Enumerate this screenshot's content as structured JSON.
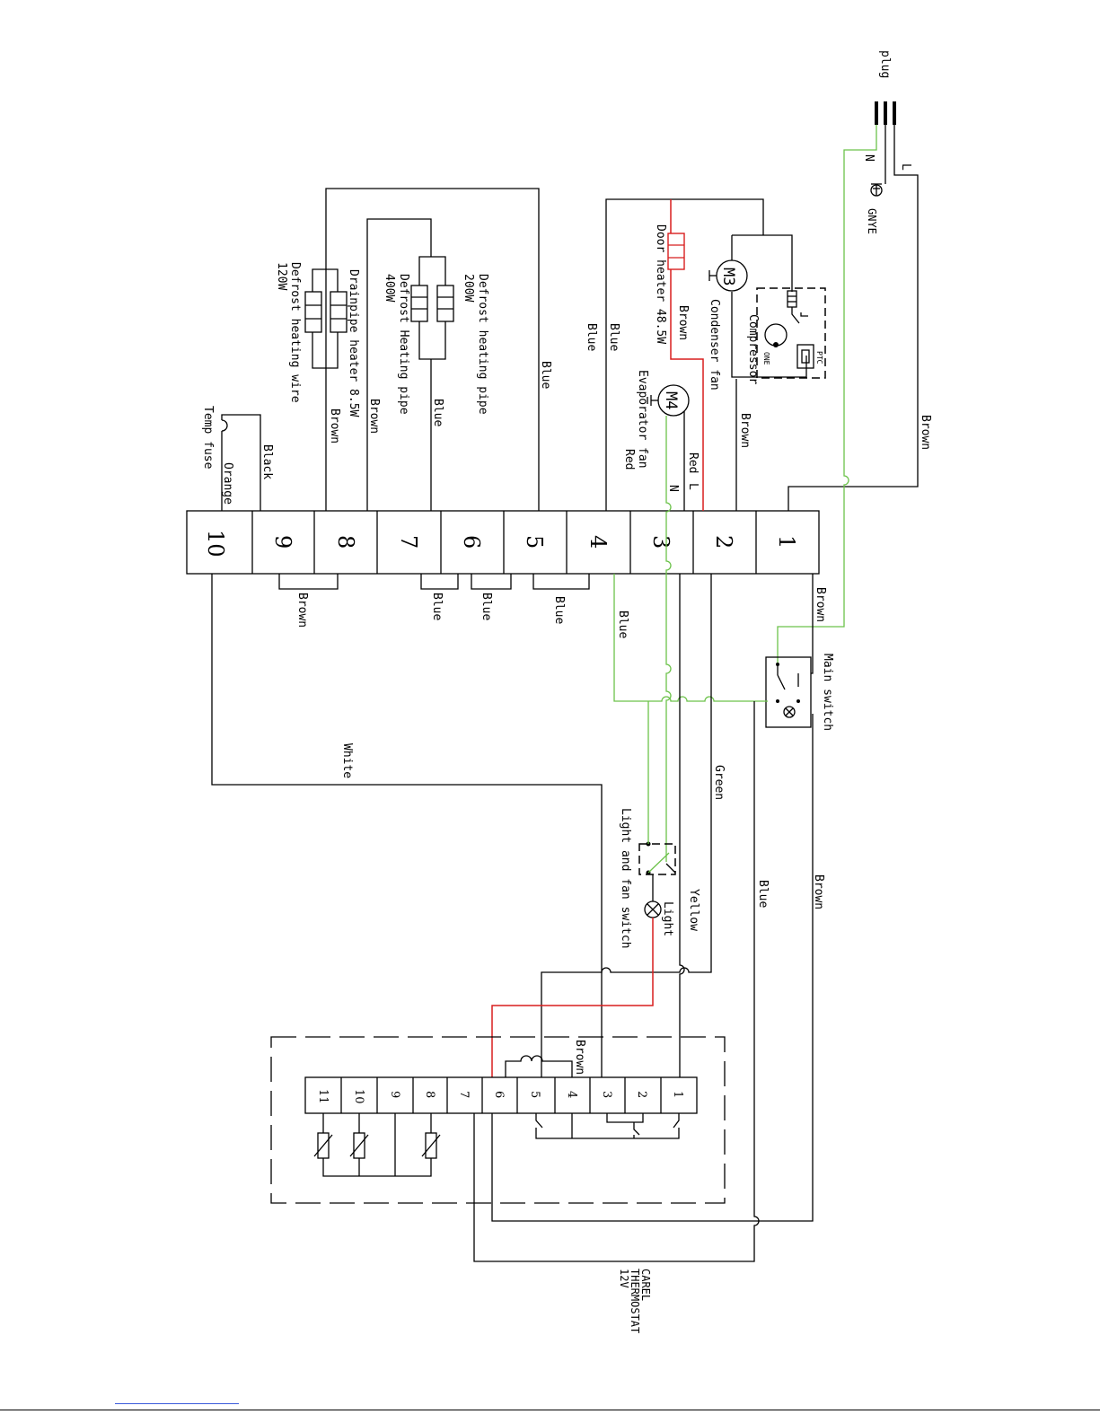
{
  "plug": {
    "label": "plug",
    "pin_l": "L",
    "pin_n": "N",
    "gnye": "GNYE"
  },
  "terminal_block": {
    "terminals": [
      "1",
      "2",
      "3",
      "4",
      "5",
      "6",
      "7",
      "8",
      "9",
      "10"
    ]
  },
  "components": {
    "compressor": "Compressor",
    "compressor_one": "ONE",
    "compressor_ptc": "PTC",
    "condenser_fan": "Condenser fan",
    "condenser_motor": "M3",
    "evaporator_fan": "Evaporator fan",
    "evaporator_motor": "M4",
    "door_heater": "Door heater 48.5W",
    "defrost_pipe_200": "Defrost heating pipe",
    "defrost_pipe_200_w": "200W",
    "defrost_pipe_400": "Defrost Heating pipe",
    "defrost_pipe_400_w": "400W",
    "drainpipe_heater": "Drainpipe heater 8.5W",
    "defrost_wire": "Defrost heating wire",
    "defrost_wire_w": "120W",
    "temp_fuse": "Temp fuse",
    "main_switch": "Main switch",
    "light_fan_switch": "Light and fan switch",
    "light": "Light"
  },
  "wire_labels": {
    "brown": "Brown",
    "blue": "Blue",
    "red": "Red",
    "black": "Black",
    "orange": "Orange",
    "white": "White",
    "green": "Green",
    "yellow": "Yellow",
    "l": "L",
    "n": "N"
  },
  "thermostat": {
    "terminals": [
      "1",
      "2",
      "3",
      "4",
      "5",
      "6",
      "7",
      "8",
      "9",
      "10",
      "11"
    ],
    "line1": "CAREL",
    "line2": "THERMOSTAT",
    "line3": "12V"
  }
}
